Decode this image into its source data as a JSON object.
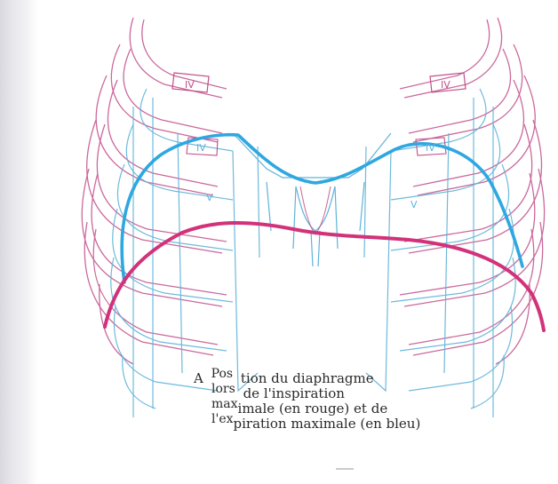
{
  "figure": {
    "rib_labels": {
      "iv_left_red": "IV",
      "iv_right_red": "IV",
      "iv_left_blue": "IV",
      "iv_right_blue": "IV",
      "v_left": "V",
      "v_right": "V"
    },
    "caption": {
      "marker": "A",
      "line1_a": "Pos",
      "line1_b": "tion du diaphragme",
      "line2_a": "lors",
      "line2_b": "de l'inspiration",
      "line3_a": "max",
      "line3_b": "imale (en rouge) et de",
      "line4_a": "l'ex",
      "line4_b": "piration maximale (en bleu)"
    },
    "colors": {
      "inspiration": "#d2327a",
      "expiration": "#2fa7e0",
      "red_ribs": "#c24f8a",
      "blue_ribs": "#5fb3d9",
      "binding": "#e2e2e8"
    }
  }
}
